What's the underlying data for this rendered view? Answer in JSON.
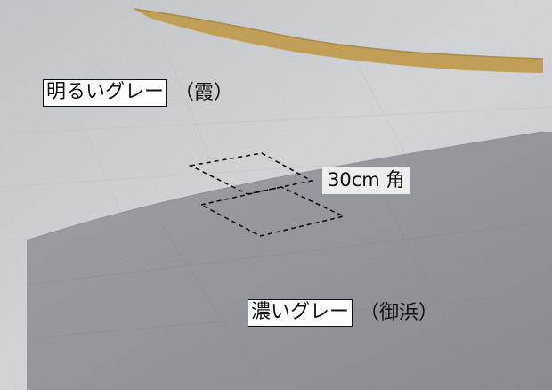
{
  "labels": {
    "light_gray": "明るいグレー",
    "light_gray_name": "（霞）",
    "dark_gray": "濃いグレー",
    "dark_gray_name": "（御浜）",
    "tile_size": "30cm 角"
  },
  "colors": {
    "light_paving": "#d4d7da",
    "dark_paving": "#9da1a6",
    "tactile_strip": "#c8a55a",
    "label_border": "#111111"
  }
}
